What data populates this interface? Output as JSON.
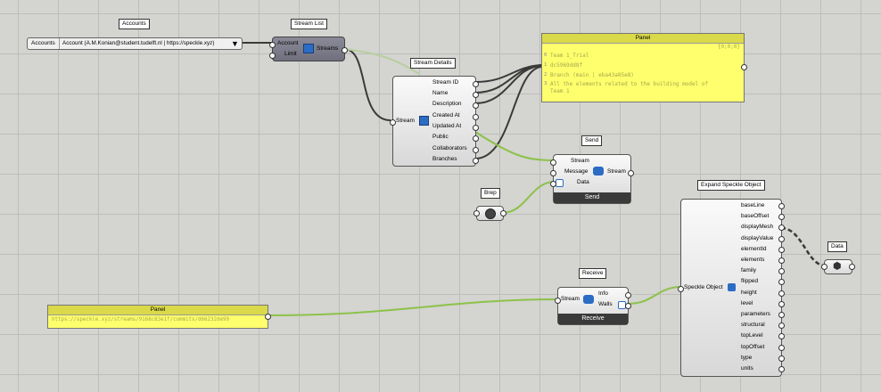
{
  "accounts": {
    "tag": "Accounts",
    "dropdown_label": "Accounts",
    "dropdown_value": "Account (A.M.Konian@student.tudelft.nl | https://speckle.xyz)"
  },
  "stream_list": {
    "tag": "Stream List",
    "inputs": [
      "Account",
      "Limit"
    ],
    "output": "Streams"
  },
  "stream_details": {
    "tag": "Stream Details",
    "input": "Stream",
    "outputs": [
      "Stream ID",
      "Name",
      "Description",
      "Created At",
      "Updated At",
      "Public",
      "Collaborators",
      "Branches"
    ]
  },
  "panel_top": {
    "title": "Panel",
    "path": "{0;0;0}",
    "lines": [
      {
        "idx": "0",
        "text": "Team 1_Trial"
      },
      {
        "idx": "1",
        "text": "dc5969dd8f"
      },
      {
        "idx": "2",
        "text": "Branch (main | eba43a85e8)"
      },
      {
        "idx": "3",
        "text": "All the elements related to the building model of"
      },
      {
        "idx": "",
        "text": "Team 1"
      }
    ]
  },
  "send": {
    "tag": "Send",
    "inputs": [
      "Stream",
      "Message",
      "Data"
    ],
    "output": "Stream",
    "button": "Send"
  },
  "brep": {
    "tag": "Brep"
  },
  "expand": {
    "tag": "Expand Speckle Object",
    "input": "Speckle Object",
    "outputs": [
      "baseLine",
      "baseOffset",
      "displayMesh",
      "displayValue",
      "elementId",
      "elements",
      "family",
      "flipped",
      "height",
      "level",
      "parameters",
      "structural",
      "topLevel",
      "topOffset",
      "type",
      "units"
    ]
  },
  "data_param": {
    "tag": "Data"
  },
  "receive": {
    "tag": "Receive",
    "input": "Stream",
    "outputs": [
      "Info",
      "Walls"
    ],
    "button": "Receive"
  },
  "panel_bottom": {
    "title": "Panel",
    "text": "https://speckle.xyz/streams/9168c83e1f/commits/d66232de99"
  },
  "colors": {
    "canvas": "#d4d4d0",
    "panel_yellow": "#ffff6e",
    "wire_dark": "#3a3a3a",
    "wire_green": "#8cc24a"
  },
  "icons": {
    "stream_list": "streams-icon",
    "stream_details": "stream-details-icon",
    "send": "speckle-send-icon",
    "receive": "speckle-receive-icon",
    "expand": "expand-object-icon",
    "brep": "brep-icon",
    "data": "data-hex-icon"
  }
}
